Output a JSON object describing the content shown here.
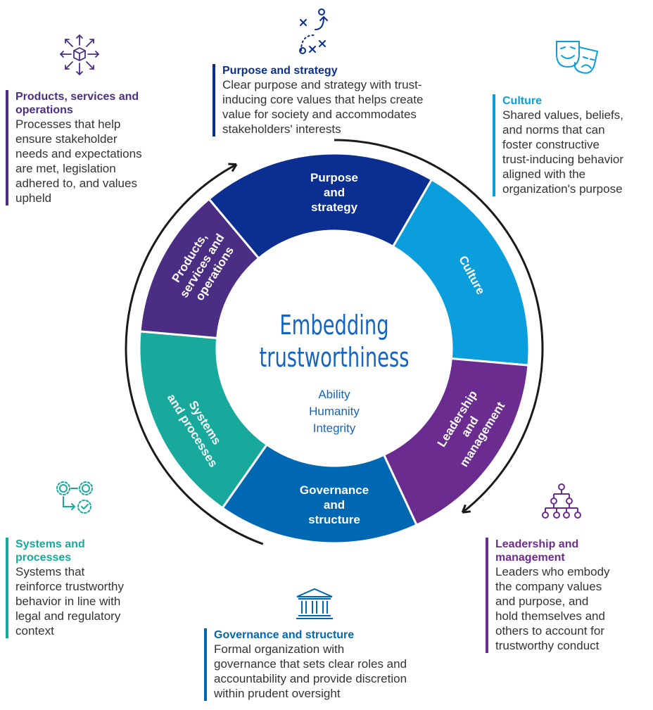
{
  "colors": {
    "purpose": "#0a2f91",
    "culture": "#0a9edc",
    "leadership": "#6b2c8f",
    "governance": "#0067b3",
    "systems": "#17a99b",
    "products": "#4b2e83",
    "center_text": "#1565c0",
    "arrow": "#1a1a1a"
  },
  "wheel": {
    "center_title": "Embedding\ntrustworthiness",
    "pillars": [
      "Ability",
      "Humanity",
      "Integrity"
    ],
    "segments": [
      {
        "key": "purpose",
        "label": "Purpose\nand\nstrategy"
      },
      {
        "key": "culture",
        "label": "Culture"
      },
      {
        "key": "leadership",
        "label": "Leadership\nand\nmanagement"
      },
      {
        "key": "governance",
        "label": "Governance\nand\nstructure"
      },
      {
        "key": "systems",
        "label": "Systems\nand processes"
      },
      {
        "key": "products",
        "label": "Products,\nservices and\noperations"
      }
    ]
  },
  "blocks": {
    "purpose": {
      "title": "Purpose and strategy",
      "body": "Clear purpose and strategy with trust-\ninducing core values that helps create\nvalue for society and accommodates\nstakeholders' interests",
      "icon": "strategy-play-icon"
    },
    "culture": {
      "title": "Culture",
      "body": "Shared values, beliefs,\nand norms that can\nfoster constructive\ntrust-inducing behavior\naligned with the\norganization's purpose",
      "icon": "theater-masks-icon"
    },
    "products": {
      "title": "Products, services and\noperations",
      "body": "Processes that help\nensure stakeholder\nneeds and expectations\nare met, legislation\nadhered to, and values\nupheld",
      "icon": "box-arrows-icon"
    },
    "systems": {
      "title": "Systems and\nprocesses",
      "body": "Systems that\nreinforce trustworthy\nbehavior in line with\nlegal and regulatory\ncontext",
      "icon": "gears-icon"
    },
    "governance": {
      "title": "Governance and structure",
      "body": "Formal organization with\ngovernance that sets clear roles and\naccountability and provide discretion\nwithin prudent oversight",
      "icon": "institution-icon"
    },
    "leadership": {
      "title": "Leadership and\nmanagement",
      "body": "Leaders who embody\nthe company values\nand purpose, and\nhold themselves and\nothers to account for\ntrustworthy conduct",
      "icon": "org-chart-icon"
    }
  }
}
